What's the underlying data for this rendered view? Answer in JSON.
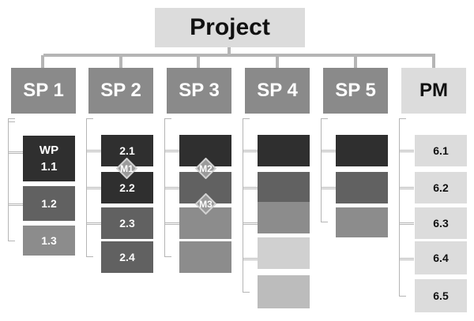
{
  "root": {
    "label": "Project"
  },
  "subprojects": [
    {
      "label": "SP 1",
      "packages": [
        "WP\n1.1",
        "1.2",
        "1.3"
      ]
    },
    {
      "label": "SP 2",
      "packages": [
        "2.1",
        "2.2",
        "2.3",
        "2.4"
      ]
    },
    {
      "label": "SP 3",
      "packages": [
        "",
        "",
        "",
        ""
      ]
    },
    {
      "label": "SP 4",
      "packages": [
        "",
        "",
        "",
        "",
        ""
      ]
    },
    {
      "label": "SP 5",
      "packages": [
        "",
        "",
        ""
      ]
    },
    {
      "label": "PM",
      "packages": [
        "6.1",
        "6.2",
        "6.3",
        "6.4",
        "6.5"
      ]
    }
  ],
  "milestones": [
    {
      "label": "M1"
    },
    {
      "label": "M2"
    },
    {
      "label": "M3"
    }
  ],
  "colors": {
    "root_fill": "#dcdcdc",
    "sp_fill": "#8a8a8a",
    "pm_fill": "#dcdcdc",
    "connector": "#b5b5b5",
    "milestone_fill": "#9a9a9a",
    "milestone_stroke": "#d2d2d2",
    "wp_shades": [
      "#2f2f2f",
      "#616161",
      "#8c8c8c",
      "#bcbcbc",
      "#dcdcdc"
    ]
  }
}
